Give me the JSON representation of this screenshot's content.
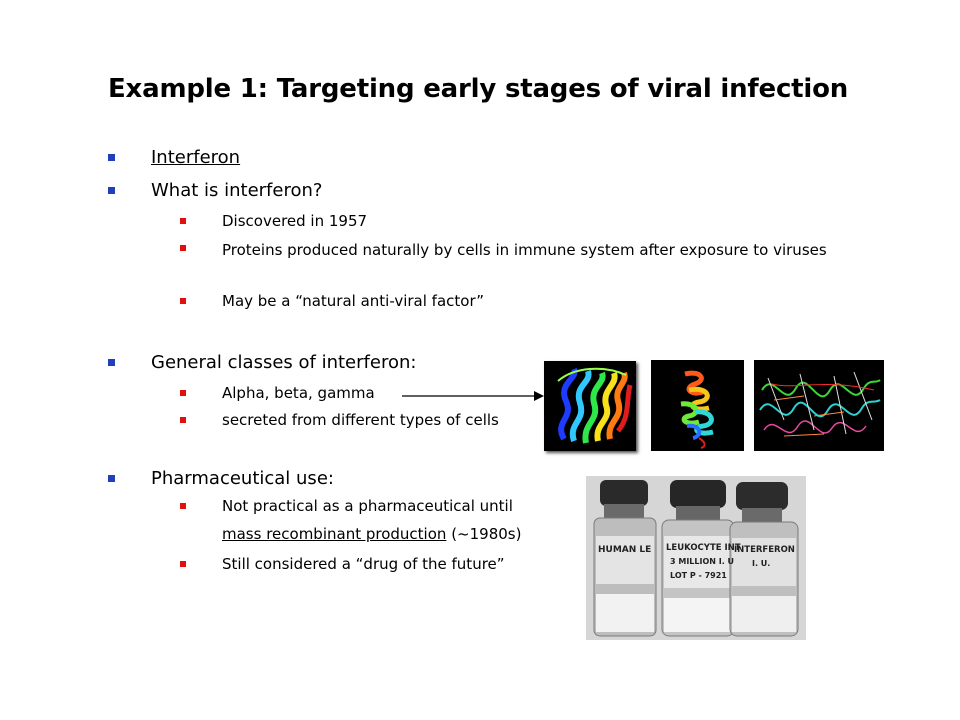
{
  "slide": {
    "title": "Example 1:  Targeting early stages of viral infection",
    "bullets": [
      {
        "text": "Interferon"
      },
      {
        "text": "What is interferon?",
        "sub": [
          "Discovered in 1957",
          "Proteins produced naturally by cells in immune system after exposure to viruses",
          "May be a “natural anti-viral factor”"
        ]
      },
      {
        "text": "General classes of interferon:",
        "sub": [
          "Alpha, beta, gamma",
          "secreted from different types of cells"
        ]
      },
      {
        "text": "Pharmaceutical use:",
        "sub": [
          "Not practical as a pharmaceutical until",
          "mass recombinant production",
          "(~1980s)",
          "Still considered a “drug of the future”"
        ]
      }
    ],
    "vial_labels": {
      "v1": "HUMAN LE",
      "v2a": "LEUKOCYTE INT",
      "v2b": "3 MILLION I. U",
      "v2c": "LOT P - 7921",
      "v3a": "INTERFERON",
      "v3b": "I. U."
    },
    "colors": {
      "bullet_l1": "#1f3fbf",
      "bullet_l2": "#e01010"
    }
  }
}
